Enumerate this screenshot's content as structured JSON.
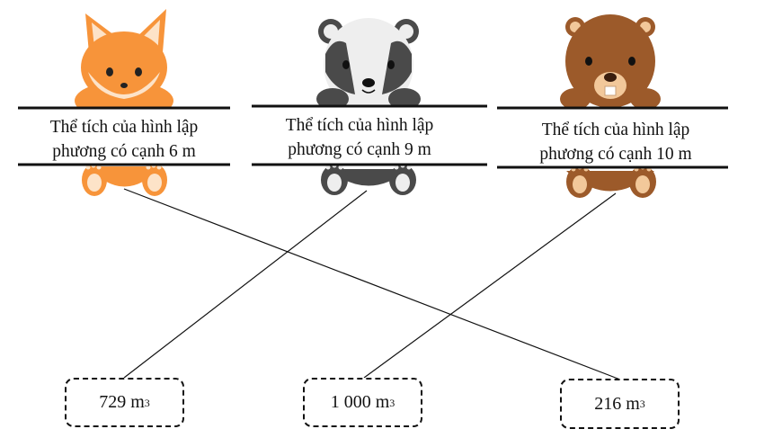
{
  "cards": [
    {
      "animal": "fox",
      "line1": "Thể tích của hình lập",
      "line2": "phương có cạnh 6 m"
    },
    {
      "animal": "badger",
      "line1": "Thể tích của hình lập",
      "line2": "phương có cạnh 9 m"
    },
    {
      "animal": "beaver",
      "line1": "Thể tích của hình lập",
      "line2": "phương có cạnh 10 m"
    }
  ],
  "answers": [
    {
      "value": "729 m",
      "exp": "3"
    },
    {
      "value": "1 000 m",
      "exp": "3"
    },
    {
      "value": "216 m",
      "exp": "3"
    }
  ],
  "matches": [
    {
      "card": 0,
      "answer": 2
    },
    {
      "card": 1,
      "answer": 0
    },
    {
      "card": 2,
      "answer": 1
    }
  ],
  "colors": {
    "fox": "#f7943a",
    "badger": "#4a4a4a",
    "beaver": "#9c5a2a"
  }
}
